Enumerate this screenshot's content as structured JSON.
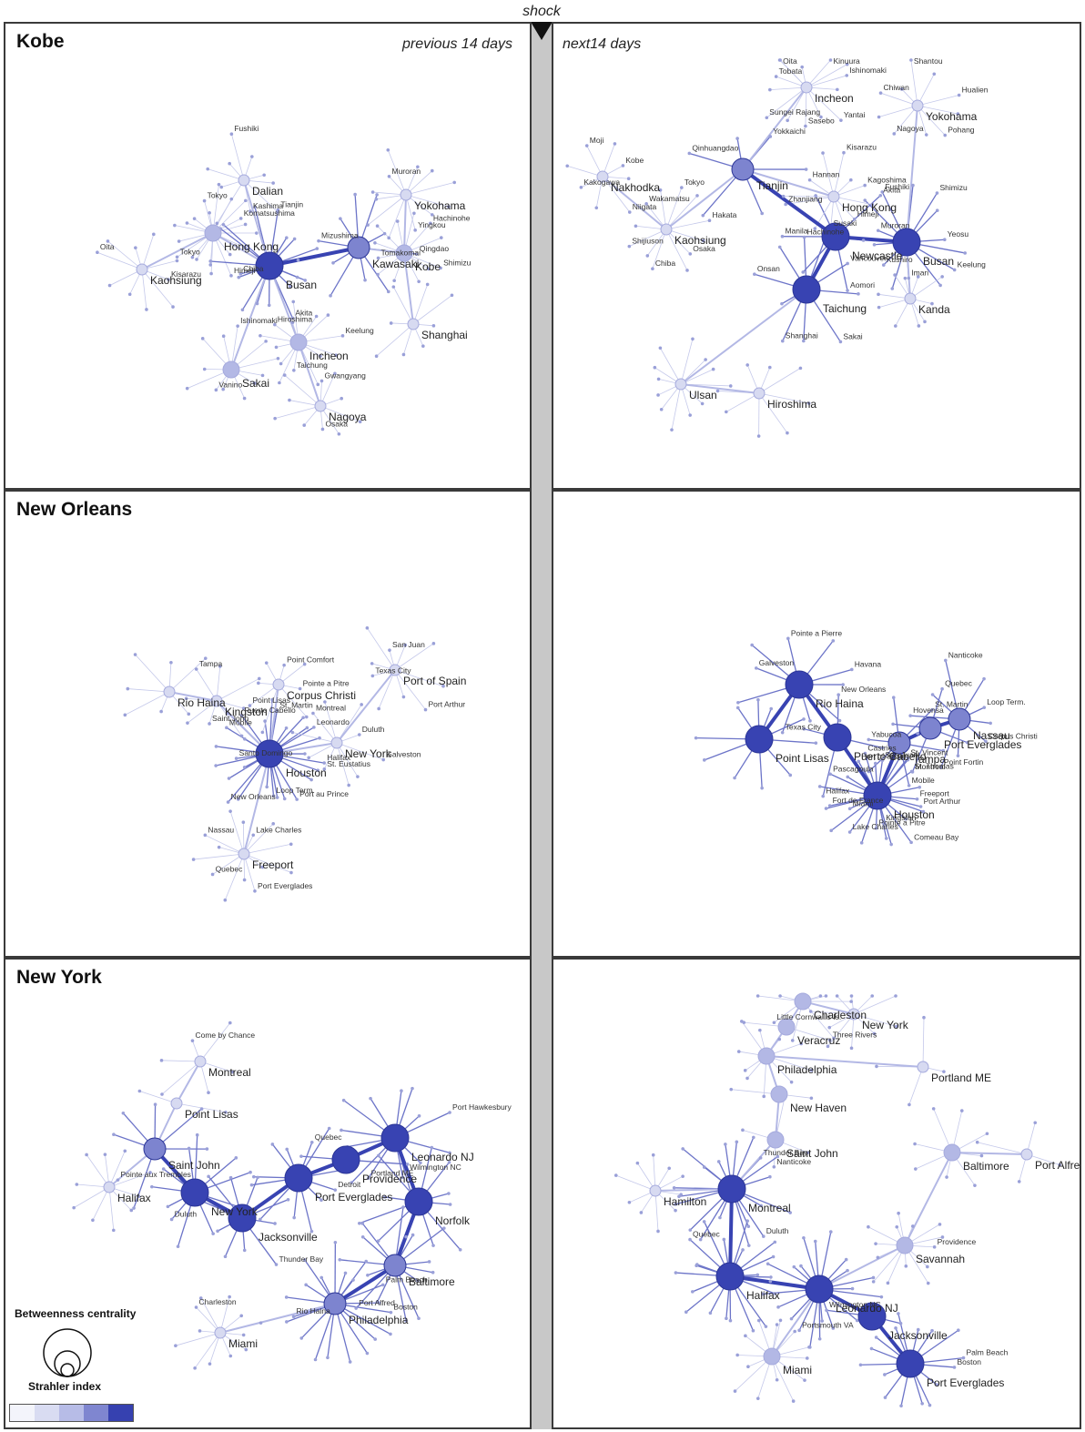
{
  "shock_label": "shock",
  "legend": {
    "title": "Betweenness centrality",
    "subtitle": "Strahler index",
    "scale_colors": [
      "#f3f4fb",
      "#d9dcf2",
      "#b7bce7",
      "#7f86d0",
      "#3641b0"
    ]
  },
  "colors": {
    "edge": "#b8bde6",
    "node_levels": [
      "#f1f2fa",
      "#d7daf1",
      "#b3b8e5",
      "#7d84cf",
      "#3843b2"
    ]
  },
  "panels": [
    {
      "id": "kobe-before",
      "title": "Kobe",
      "period": "previous 14 days",
      "hubs": [
        {
          "name": "Hong Kong",
          "lvl": 2,
          "spokes": 20
        },
        {
          "name": "Busan",
          "lvl": 4,
          "spokes": 18
        },
        {
          "name": "Kawasaki",
          "lvl": 3,
          "spokes": 10
        },
        {
          "name": "Kobe",
          "lvl": 2,
          "spokes": 12
        },
        {
          "name": "Incheon",
          "lvl": 2,
          "spokes": 14
        },
        {
          "name": "Sakai",
          "lvl": 2,
          "spokes": 12
        },
        {
          "name": "Nagoya",
          "lvl": 1,
          "spokes": 10
        },
        {
          "name": "Dalian",
          "lvl": 1,
          "spokes": 10
        },
        {
          "name": "Yokohama",
          "lvl": 1,
          "spokes": 12
        },
        {
          "name": "Kaohsiung",
          "lvl": 1,
          "spokes": 10
        },
        {
          "name": "Shanghai",
          "lvl": 1,
          "spokes": 8
        }
      ],
      "edges": [
        [
          "Hong Kong",
          "Busan"
        ],
        [
          "Busan",
          "Kawasaki"
        ],
        [
          "Kawasaki",
          "Kobe"
        ],
        [
          "Busan",
          "Incheon"
        ],
        [
          "Busan",
          "Sakai"
        ],
        [
          "Busan",
          "Dalian"
        ],
        [
          "Incheon",
          "Nagoya"
        ],
        [
          "Kobe",
          "Yokohama"
        ],
        [
          "Hong Kong",
          "Kaohsiung"
        ],
        [
          "Kobe",
          "Shanghai"
        ]
      ],
      "minor_labels": [
        "Himeji",
        "Tokyo",
        "Tokyo",
        "Komatsushima",
        "Akita",
        "Chiba",
        "Tianjin",
        "Qingdao",
        "Mizushima",
        "Shimizu",
        "Tomakomai",
        "Hachinohe",
        "Taichung",
        "Hiroshima",
        "Keelung",
        "Vanino",
        "Ishinomaki",
        "Osaka",
        "Gwangyang",
        "Kashima",
        "Fushiki",
        "Yingkou",
        "Muroran",
        "Kisarazu",
        "Oita"
      ]
    },
    {
      "id": "kobe-after",
      "title": "",
      "period": "next14 days",
      "hubs": [
        {
          "name": "Tianjin",
          "lvl": 3,
          "spokes": 6
        },
        {
          "name": "Busan",
          "lvl": 4,
          "spokes": 14
        },
        {
          "name": "Newcastle",
          "lvl": 4,
          "spokes": 6
        },
        {
          "name": "Taichung",
          "lvl": 4,
          "spokes": 10
        },
        {
          "name": "Incheon",
          "lvl": 1,
          "spokes": 14
        },
        {
          "name": "Yokohama",
          "lvl": 1,
          "spokes": 10
        },
        {
          "name": "Kaohsiung",
          "lvl": 1,
          "spokes": 12
        },
        {
          "name": "Nakhodka",
          "lvl": 1,
          "spokes": 8
        },
        {
          "name": "Hong Kong",
          "lvl": 1,
          "spokes": 12
        },
        {
          "name": "Kanda",
          "lvl": 1,
          "spokes": 10
        },
        {
          "name": "Ulsan",
          "lvl": 1,
          "spokes": 12
        },
        {
          "name": "Hiroshima",
          "lvl": 1,
          "spokes": 8
        }
      ],
      "edges": [
        [
          "Tianjin",
          "Newcastle"
        ],
        [
          "Newcastle",
          "Busan"
        ],
        [
          "Newcastle",
          "Taichung"
        ],
        [
          "Busan",
          "Kanda"
        ],
        [
          "Tianjin",
          "Incheon"
        ],
        [
          "Busan",
          "Yokohama"
        ],
        [
          "Tianjin",
          "Kaohsiung"
        ],
        [
          "Taichung",
          "Ulsan"
        ],
        [
          "Ulsan",
          "Hiroshima"
        ],
        [
          "Kaohsiung",
          "Nakhodka"
        ],
        [
          "Tianjin",
          "Hong Kong"
        ]
      ],
      "minor_labels": [
        "Qinhuangdao",
        "Yokkaichi",
        "Keelung",
        "Imari",
        "Kushiro",
        "Muroran",
        "Fushiki",
        "Shimizu",
        "Yeosu",
        "Aomori",
        "Manila",
        "Akita",
        "Sakai",
        "Shanghai",
        "Onsan",
        "Hachinohe",
        "Vancouver",
        "Yantai",
        "Sasebo",
        "Sungei Rajang",
        "Tobata",
        "Oita",
        "Kinuura",
        "Ishinomaki",
        "Pohang",
        "Nagoya",
        "Chiwan",
        "Shantou",
        "Hualien",
        "Osaka",
        "Chiba",
        "Shijiuson",
        "Wakamatsu",
        "Tokyo",
        "Hakata",
        "Niigata",
        "Kakogawa",
        "Moji",
        "Kobe",
        "Himeji",
        "Susaki",
        "Zhanjiang",
        "Hannan",
        "Kisarazu",
        "Kagoshima"
      ]
    },
    {
      "id": "neworleans-before",
      "title": "New Orleans",
      "period": "",
      "hubs": [
        {
          "name": "Houston",
          "lvl": 4,
          "spokes": 28
        },
        {
          "name": "Kingston",
          "lvl": 1,
          "spokes": 8
        },
        {
          "name": "Corpus Christi",
          "lvl": 1,
          "spokes": 8
        },
        {
          "name": "Port of Spain",
          "lvl": 1,
          "spokes": 10
        },
        {
          "name": "New York",
          "lvl": 1,
          "spokes": 10
        },
        {
          "name": "Freeport",
          "lvl": 1,
          "spokes": 14
        },
        {
          "name": "Rio Haina",
          "lvl": 1,
          "spokes": 8
        }
      ],
      "edges": [
        [
          "Houston",
          "Kingston"
        ],
        [
          "Houston",
          "Corpus Christi"
        ],
        [
          "Houston",
          "New York"
        ],
        [
          "New York",
          "Port of Spain"
        ],
        [
          "Houston",
          "Freeport"
        ],
        [
          "Kingston",
          "Rio Haina"
        ]
      ],
      "minor_labels": [
        "Port au Prince",
        "Loop Term.",
        "New Orleans",
        "Santo Domingo",
        "Mobile",
        "Puerto Cabello",
        "St. Martin",
        "Leonardo",
        "Halifax",
        "Saint John",
        "Tampa",
        "Pointe a Pitre",
        "Point Lisas",
        "Point Comfort",
        "Port Arthur",
        "Texas City",
        "San Juan",
        "Galveston",
        "St. Eustatius",
        "Montreal",
        "Duluth",
        "Port Everglades",
        "Quebec",
        "Nassau",
        "Lake Charles"
      ]
    },
    {
      "id": "neworleans-after",
      "title": "",
      "period": "",
      "hubs": [
        {
          "name": "Rio Haina",
          "lvl": 4,
          "spokes": 10
        },
        {
          "name": "Puerto Cabello",
          "lvl": 4,
          "spokes": 4
        },
        {
          "name": "Houston",
          "lvl": 4,
          "spokes": 28
        },
        {
          "name": "Tampa",
          "lvl": 3,
          "spokes": 6
        },
        {
          "name": "Port Everglades",
          "lvl": 3,
          "spokes": 4
        },
        {
          "name": "Nassau",
          "lvl": 3,
          "spokes": 10
        },
        {
          "name": "Point Lisas",
          "lvl": 4,
          "spokes": 10
        }
      ],
      "edges": [
        [
          "Rio Haina",
          "Puerto Cabello"
        ],
        [
          "Puerto Cabello",
          "Houston"
        ],
        [
          "Houston",
          "Tampa"
        ],
        [
          "Tampa",
          "Port Everglades"
        ],
        [
          "Port Everglades",
          "Nassau"
        ],
        [
          "Rio Haina",
          "Point Lisas"
        ]
      ],
      "minor_labels": [
        "Texas City",
        "Galveston",
        "Pointe a Pierre",
        "Havana",
        "Halifax",
        "New Orleans",
        "Port Arthur",
        "Comeau Bay",
        "Kingston",
        "Pointe a Pitre",
        "Lake Charles",
        "Miami",
        "Fort de France",
        "Pascagoula",
        "Port of Spain",
        "Castries",
        "San Juan",
        "St. Vincent",
        "St. Thomas",
        "Freeport",
        "Mobile",
        "Yabucoa",
        "St. Martin",
        "Montreal",
        "Quebec",
        "Corpus Christi",
        "Point Fortin",
        "Hovensa",
        "Nanticoke",
        "Loop Term."
      ]
    },
    {
      "id": "newyork-before",
      "title": "New York",
      "period": "",
      "hubs": [
        {
          "name": "Saint John",
          "lvl": 3,
          "spokes": 8
        },
        {
          "name": "New York",
          "lvl": 4,
          "spokes": 12
        },
        {
          "name": "Jacksonville",
          "lvl": 4,
          "spokes": 10
        },
        {
          "name": "Port Everglades",
          "lvl": 4,
          "spokes": 12
        },
        {
          "name": "Providence",
          "lvl": 4,
          "spokes": 2
        },
        {
          "name": "Leonardo NJ",
          "lvl": 4,
          "spokes": 14
        },
        {
          "name": "Norfolk",
          "lvl": 4,
          "spokes": 12
        },
        {
          "name": "Baltimore",
          "lvl": 3,
          "spokes": 14
        },
        {
          "name": "Philadelphia",
          "lvl": 3,
          "spokes": 20
        },
        {
          "name": "Miami",
          "lvl": 1,
          "spokes": 12
        },
        {
          "name": "Montreal",
          "lvl": 1,
          "spokes": 6
        },
        {
          "name": "Halifax",
          "lvl": 1,
          "spokes": 10
        },
        {
          "name": "Point Lisas",
          "lvl": 1,
          "spokes": 2
        }
      ],
      "edges": [
        [
          "Saint John",
          "New York"
        ],
        [
          "New York",
          "Jacksonville"
        ],
        [
          "Jacksonville",
          "Port Everglades"
        ],
        [
          "Port Everglades",
          "Providence"
        ],
        [
          "Providence",
          "Leonardo NJ"
        ],
        [
          "Leonardo NJ",
          "Norfolk"
        ],
        [
          "Norfolk",
          "Baltimore"
        ],
        [
          "Baltimore",
          "Philadelphia"
        ],
        [
          "Philadelphia",
          "Miami"
        ],
        [
          "Saint John",
          "Point Lisas"
        ],
        [
          "Point Lisas",
          "Montreal"
        ],
        [
          "Saint John",
          "Halifax"
        ]
      ],
      "minor_labels": [
        "Pointe aux Trembles",
        "Duluth",
        "Thunder Bay",
        "Detroit",
        "Quebec",
        "Portland ME",
        "Port Hawkesbury",
        "Wilmington NC",
        "Port Alfred",
        "Boston",
        "Rio Haina",
        "Palm Beach",
        "Charleston",
        "Come by Chance"
      ]
    },
    {
      "id": "newyork-after",
      "title": "",
      "period": "",
      "hubs": [
        {
          "name": "Charleston",
          "lvl": 2,
          "spokes": 8
        },
        {
          "name": "New York",
          "lvl": 1,
          "spokes": 10
        },
        {
          "name": "Veracruz",
          "lvl": 2,
          "spokes": 2
        },
        {
          "name": "Philadelphia",
          "lvl": 2,
          "spokes": 10
        },
        {
          "name": "New Haven",
          "lvl": 2,
          "spokes": 2
        },
        {
          "name": "Saint John",
          "lvl": 2,
          "spokes": 4
        },
        {
          "name": "Hamilton",
          "lvl": 1,
          "spokes": 10
        },
        {
          "name": "Montreal",
          "lvl": 4,
          "spokes": 20
        },
        {
          "name": "Halifax",
          "lvl": 4,
          "spokes": 20
        },
        {
          "name": "Leonardo NJ",
          "lvl": 4,
          "spokes": 22
        },
        {
          "name": "Savannah",
          "lvl": 2,
          "spokes": 14
        },
        {
          "name": "Jacksonville",
          "lvl": 4,
          "spokes": 2
        },
        {
          "name": "Miami",
          "lvl": 2,
          "spokes": 14
        },
        {
          "name": "Port Everglades",
          "lvl": 4,
          "spokes": 16
        },
        {
          "name": "Baltimore",
          "lvl": 2,
          "spokes": 8
        },
        {
          "name": "Port Alfred",
          "lvl": 1,
          "spokes": 4
        },
        {
          "name": "Portland ME",
          "lvl": 1,
          "spokes": 4
        }
      ],
      "edges": [
        [
          "Charleston",
          "Veracruz"
        ],
        [
          "Charleston",
          "New York"
        ],
        [
          "Veracruz",
          "Philadelphia"
        ],
        [
          "Philadelphia",
          "New Haven"
        ],
        [
          "New Haven",
          "Saint John"
        ],
        [
          "Saint John",
          "Montreal"
        ],
        [
          "Montreal",
          "Hamilton"
        ],
        [
          "Montreal",
          "Halifax"
        ],
        [
          "Halifax",
          "Leonardo NJ"
        ],
        [
          "Leonardo NJ",
          "Savannah"
        ],
        [
          "Leonardo NJ",
          "Jacksonville"
        ],
        [
          "Leonardo NJ",
          "Miami"
        ],
        [
          "Jacksonville",
          "Port Everglades"
        ],
        [
          "Savannah",
          "Baltimore"
        ],
        [
          "Baltimore",
          "Port Alfred"
        ],
        [
          "Philadelphia",
          "Portland ME"
        ]
      ],
      "minor_labels": [
        "Little Cornwallis Is.",
        "Three Rivers",
        "Nanticoke",
        "Duluth",
        "Thunder Bay",
        "Quebec",
        "Portsmouth VA",
        "Providence",
        "Wilmington NC",
        "Boston",
        "Palm Beach"
      ]
    }
  ]
}
